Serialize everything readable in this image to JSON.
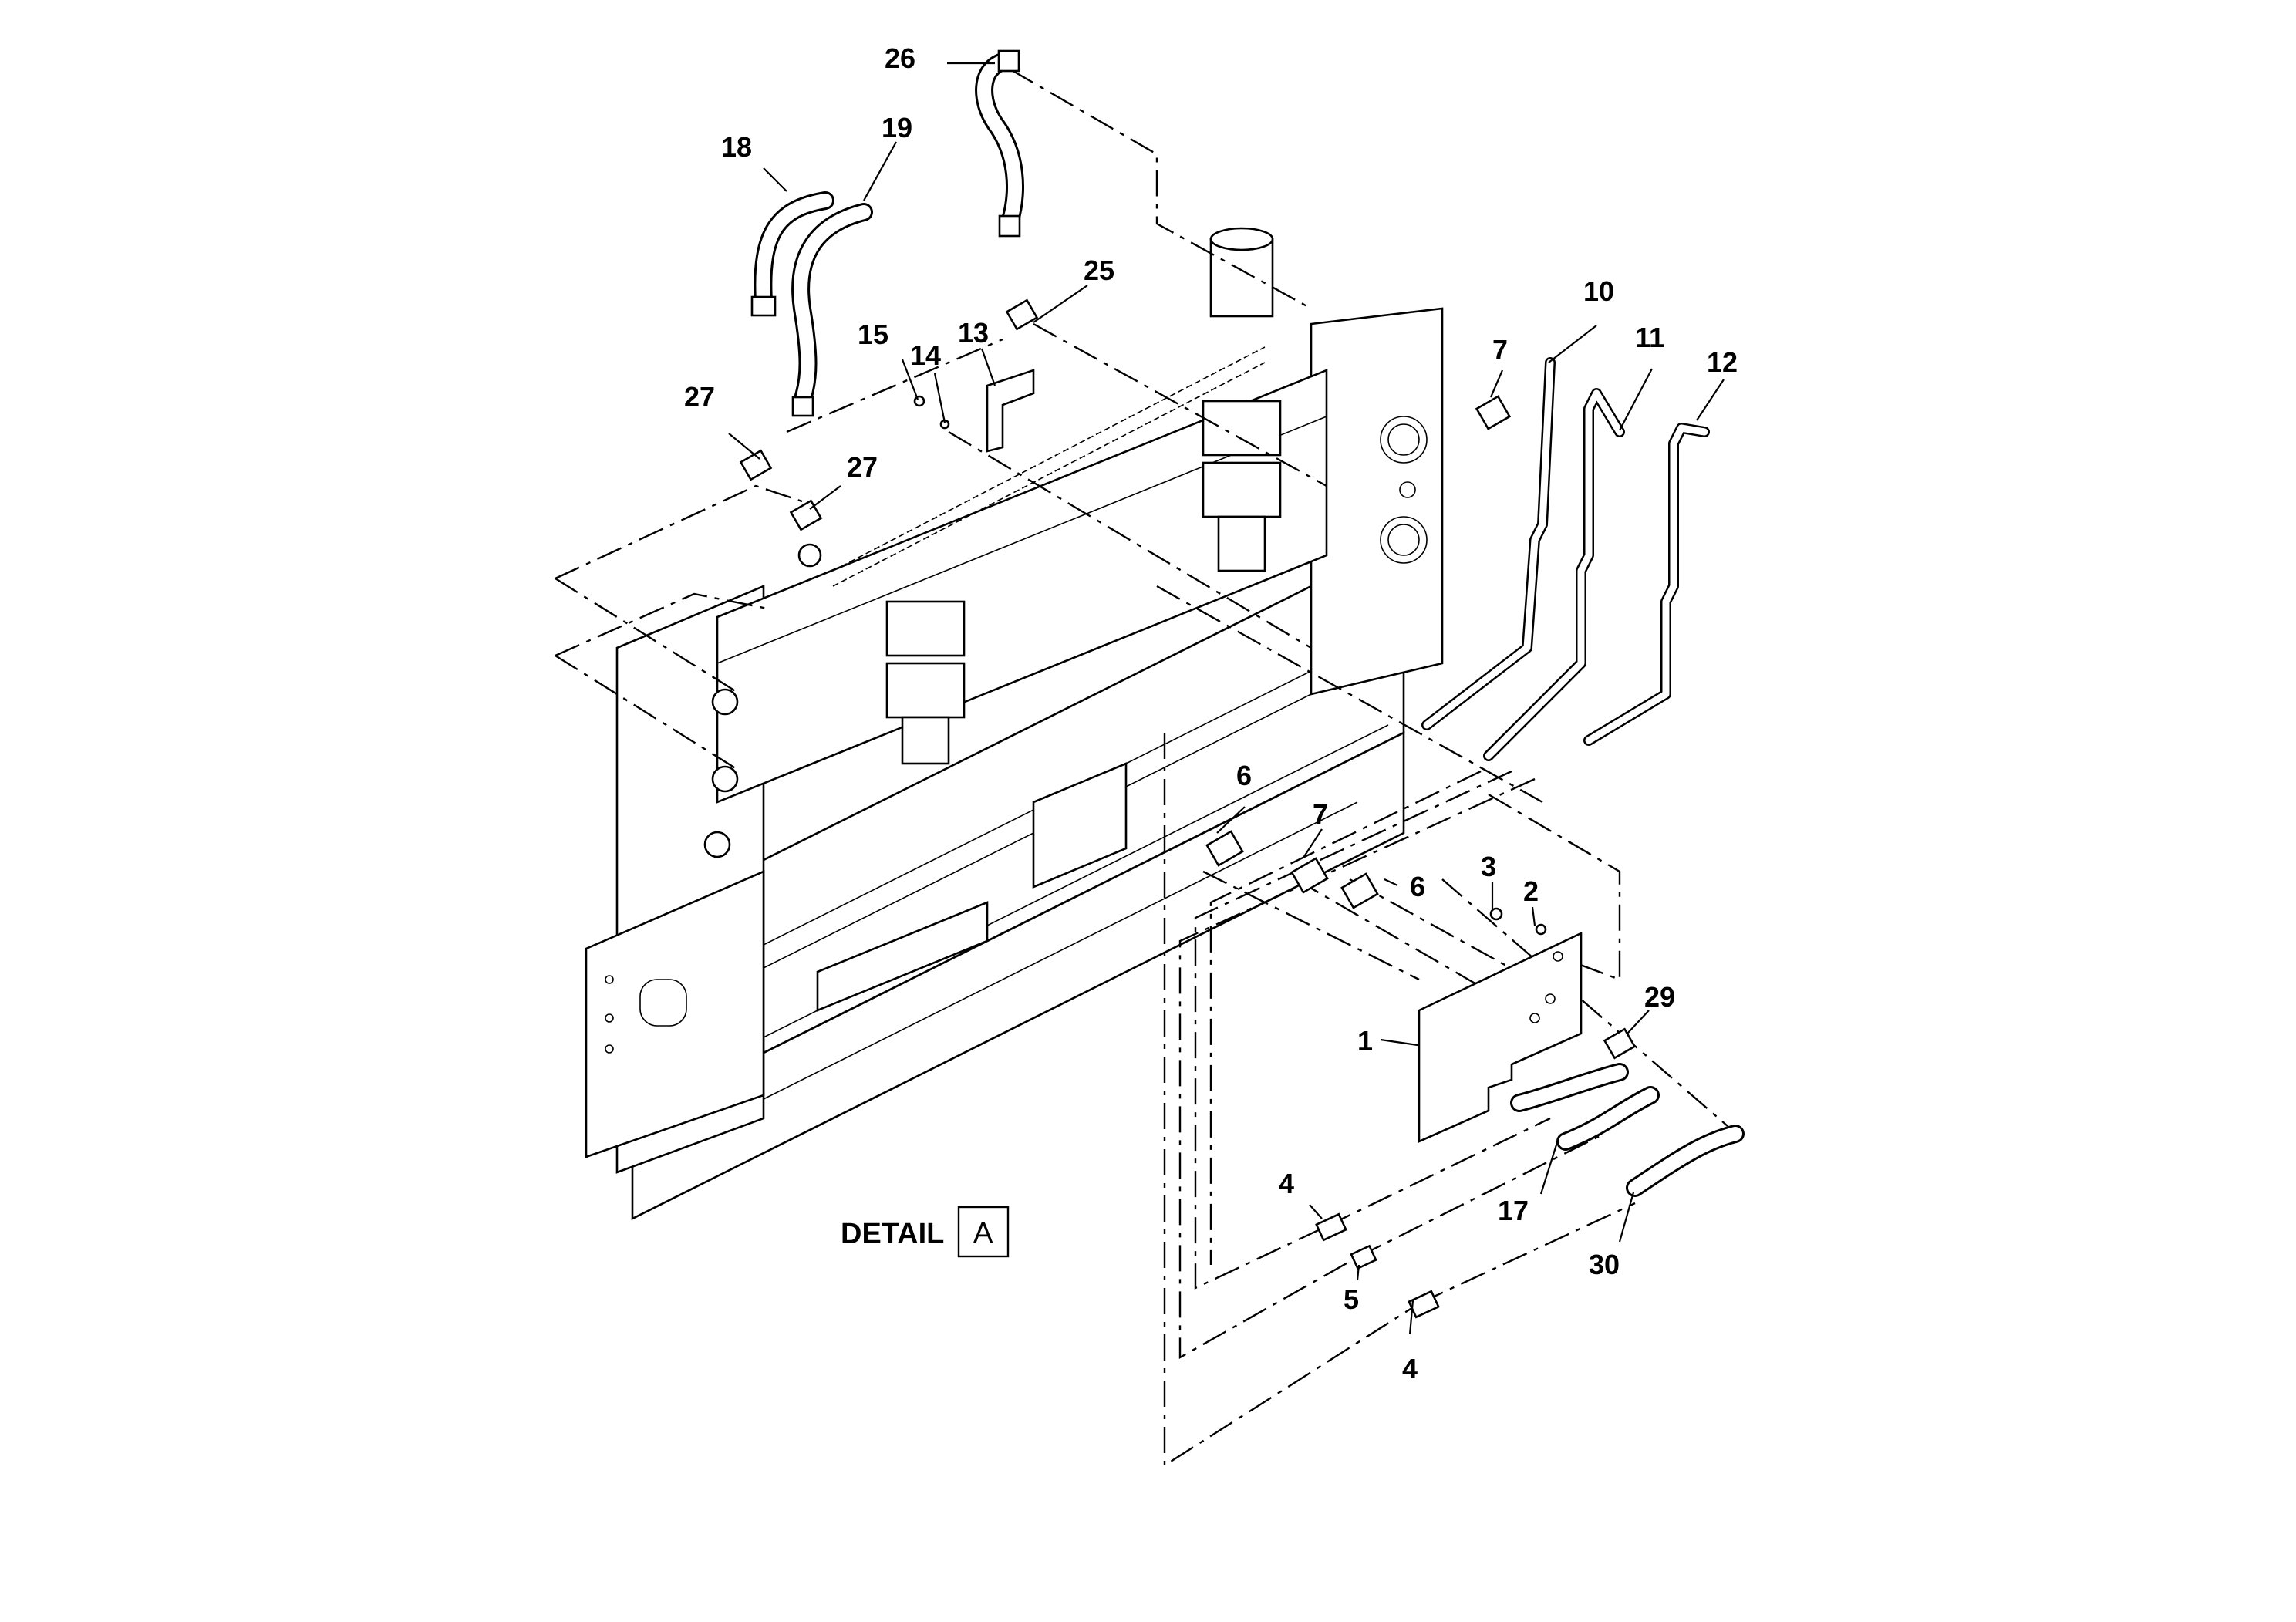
{
  "detail": {
    "text": "DETAIL",
    "letter": "A"
  },
  "callouts": {
    "c1": "1",
    "c2": "2",
    "c3": "3",
    "c4a": "4",
    "c4b": "4",
    "c5": "5",
    "c6a": "6",
    "c6b": "6",
    "c7a": "7",
    "c7b": "7",
    "c10": "10",
    "c11": "11",
    "c12": "12",
    "c13": "13",
    "c14": "14",
    "c15": "15",
    "c17": "17",
    "c18": "18",
    "c19": "19",
    "c25": "25",
    "c26": "26",
    "c27a": "27",
    "c27b": "27",
    "c29": "29",
    "c30": "30"
  }
}
